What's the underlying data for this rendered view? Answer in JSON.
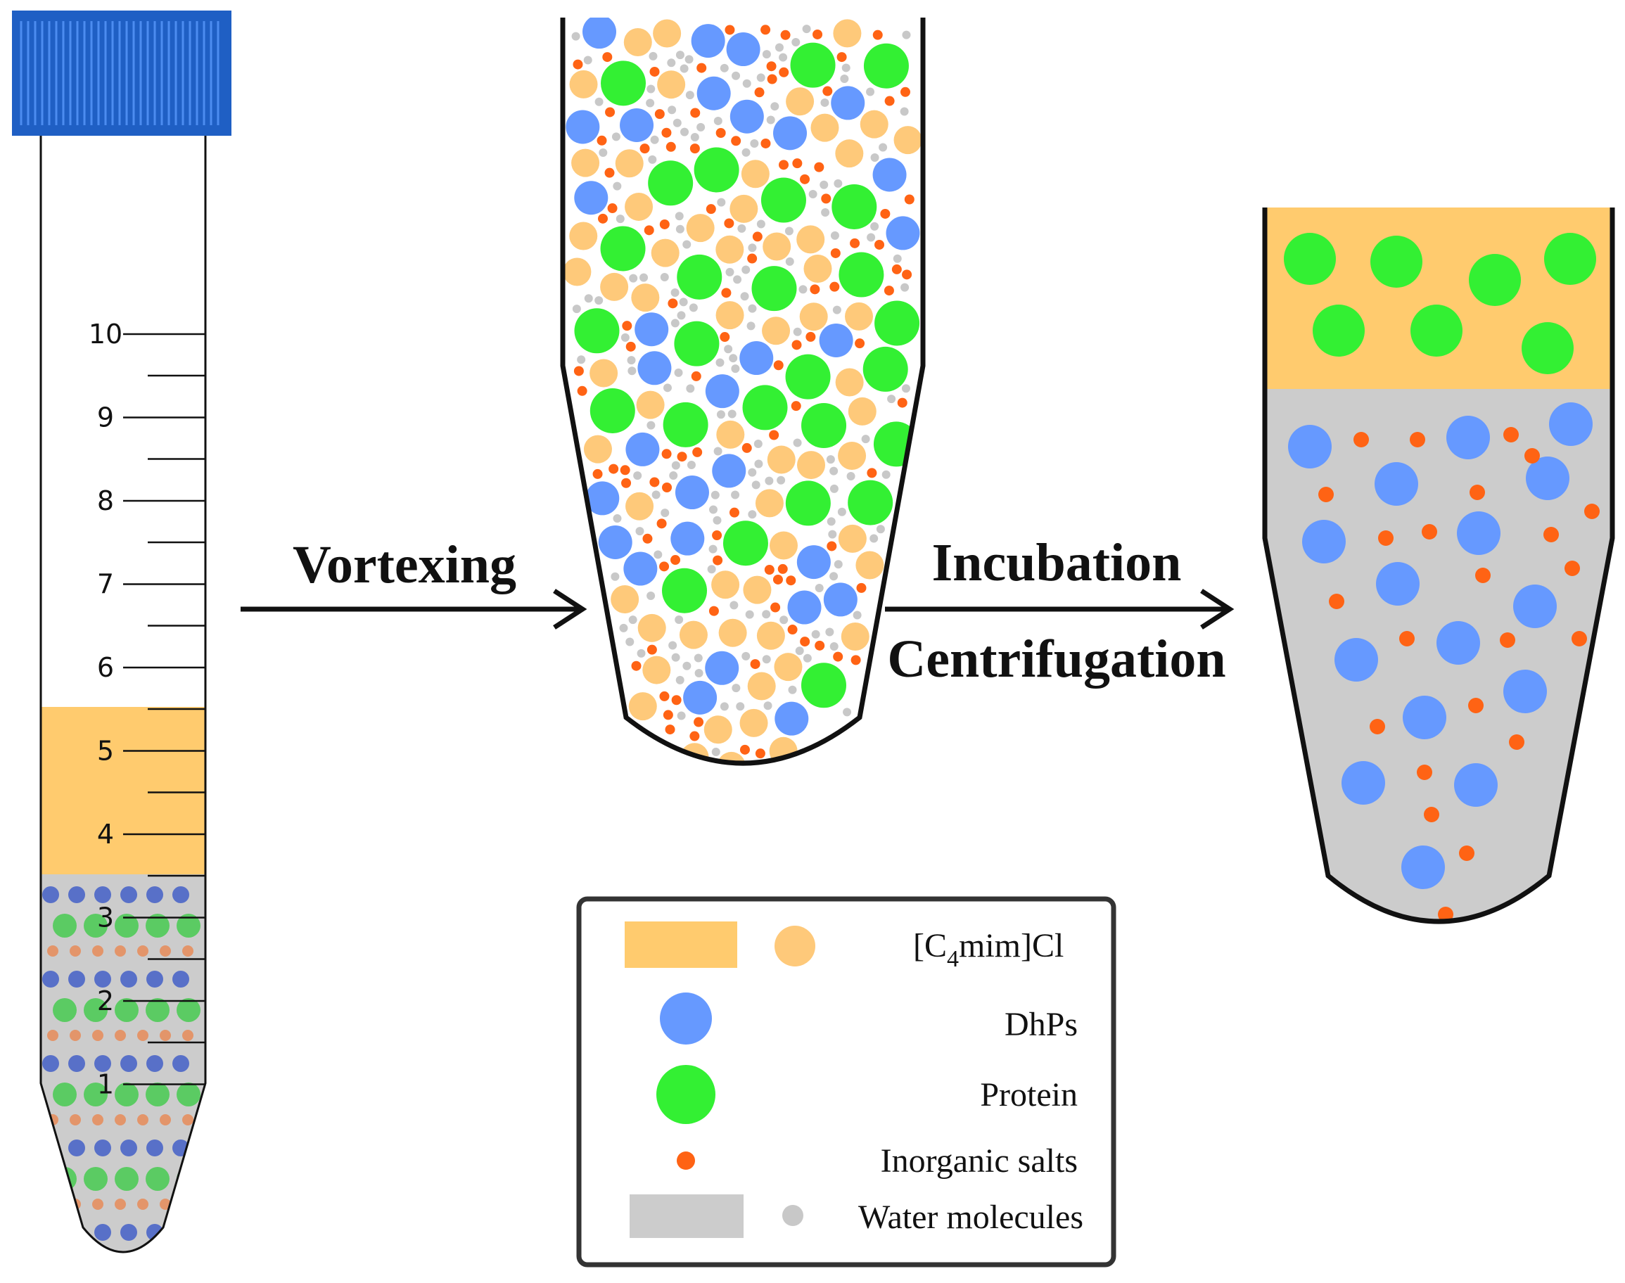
{
  "colors": {
    "ionic_liquid": "#FFCB6E",
    "ionic_liquid_particle": "#FEC97A",
    "dhps": "#6699FF",
    "protein": "#33F033",
    "salt": "#FF6314",
    "water_phase": "#CCCCCC",
    "water_dot": "#C8C8C8",
    "cap": "#1F5FC4"
  },
  "tube": {
    "scale_labels": [
      "10",
      "9",
      "8",
      "7",
      "6",
      "5",
      "4",
      "3",
      "2",
      "1"
    ]
  },
  "steps": {
    "step1_label": "Vortexing",
    "step2_label_line1": "Incubation",
    "step2_label_line2": "Centrifugation"
  },
  "legend": {
    "items": [
      {
        "label_prefix": "[C",
        "label_sub": "4",
        "label_suffix": "mim]Cl",
        "icon": "ionic-liquid-bar-and-particle"
      },
      {
        "label": "DhPs",
        "icon": "dhps-circle"
      },
      {
        "label": "Protein",
        "icon": "protein-circle"
      },
      {
        "label": "Inorganic salts",
        "icon": "salt-dot"
      },
      {
        "label": "Water molecules",
        "icon": "water-bar-and-dot"
      }
    ]
  }
}
